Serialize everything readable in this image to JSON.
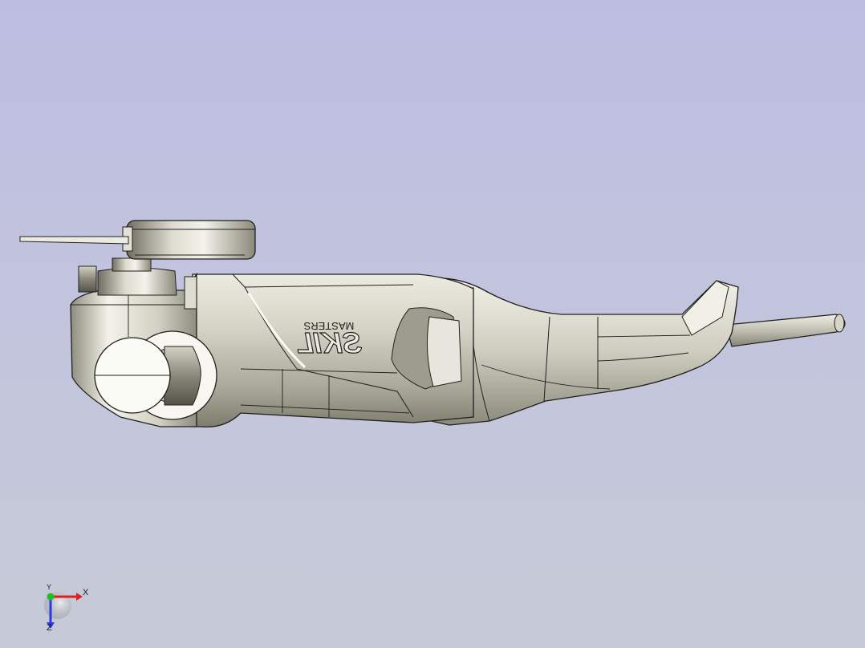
{
  "model": {
    "name": "",
    "brand_text": "SKIL",
    "sub_text": "MASTERS",
    "colors": {
      "background_top": "#bdbde2",
      "background_bottom": "#c6cad6",
      "body": "#c9c7b6",
      "body_highlight": "#ecebe1",
      "body_shadow": "#7e7c6d",
      "edge": "#1f1f1f",
      "face_white": "#fbfbf6"
    }
  },
  "triad": {
    "x_label": "X",
    "y_label": "Y",
    "z_label": "Z",
    "x_color": "#e02020",
    "y_color": "#20c020",
    "z_color": "#2a3ae0"
  }
}
